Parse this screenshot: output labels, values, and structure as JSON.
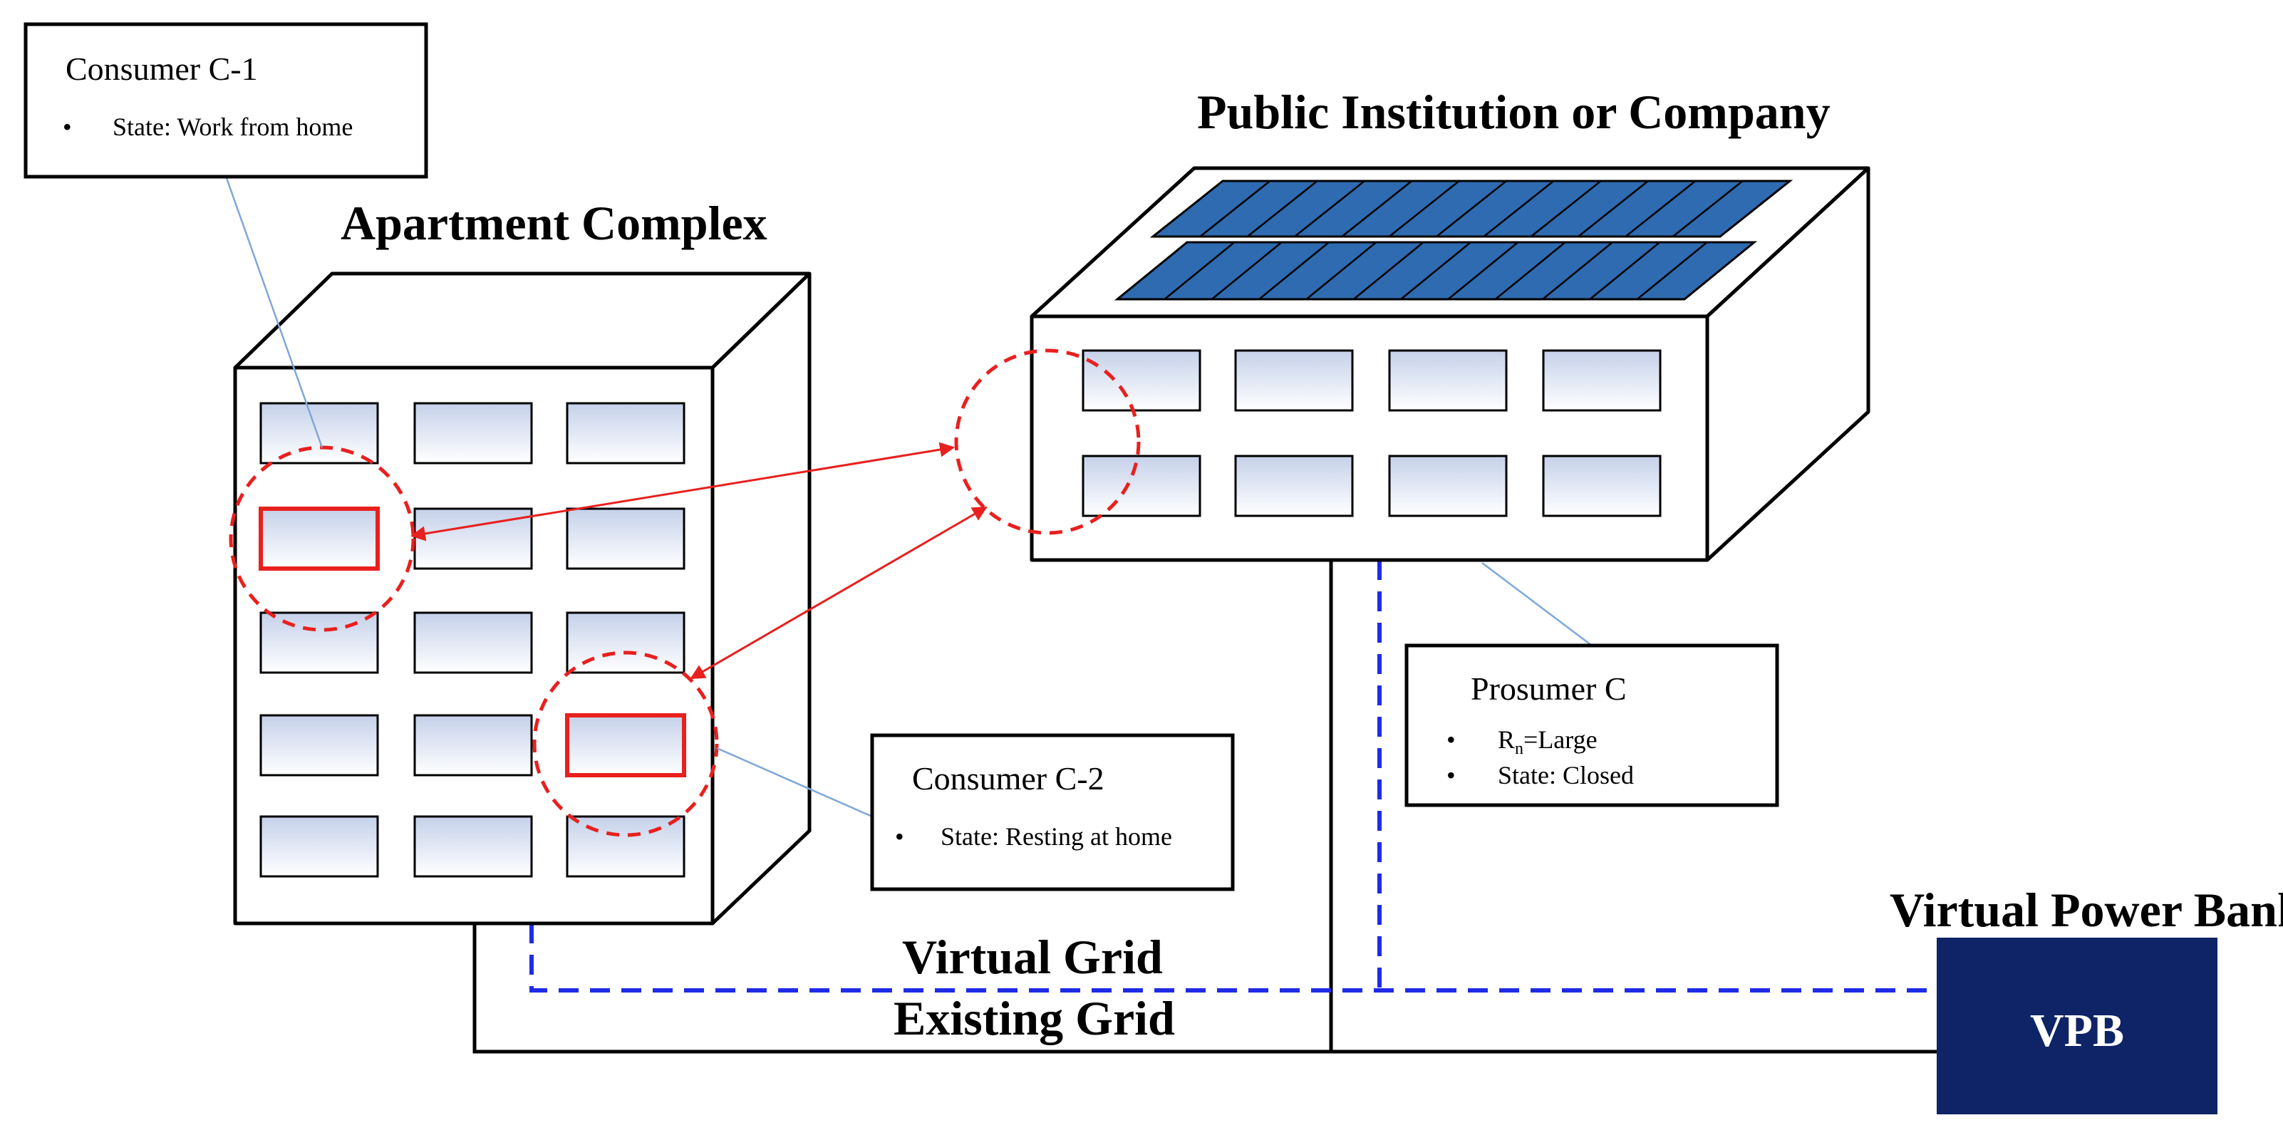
{
  "titles": {
    "apartment": "Apartment Complex",
    "institution": "Public Institution or Company",
    "vpb_heading": "Virtual Power Bank"
  },
  "consumer_c1": {
    "title": "Consumer C-1",
    "items": [
      "State: Work from home"
    ]
  },
  "consumer_c2": {
    "title": "Consumer C-2",
    "items": [
      "State: Resting at home"
    ]
  },
  "prosumer_c": {
    "title": "Prosumer C",
    "item1_main": "R",
    "item1_sub": "n",
    "item1_rest": "=Large",
    "item2": "State: Closed"
  },
  "bullet": "•",
  "grid": {
    "virtual": "Virtual Grid",
    "existing": "Existing Grid"
  },
  "vpb": {
    "label": "VPB"
  },
  "colors": {
    "solar_panel": "#2E6BB0",
    "virtual_grid": "#1F2BE6",
    "highlight": "#E8201E",
    "vpb_box": "#0E2466"
  }
}
